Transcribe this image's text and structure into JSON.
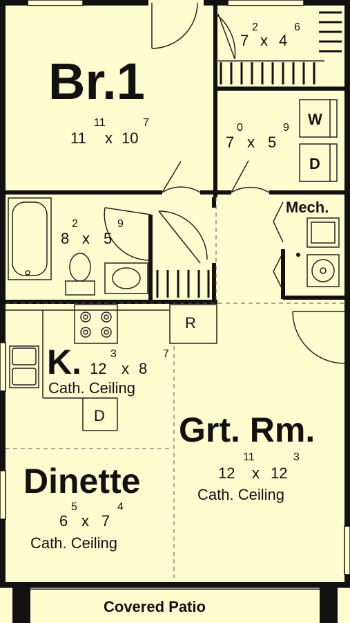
{
  "rooms": {
    "bedroom": {
      "name": "Br.1",
      "dim_a": "11",
      "dim_a_sup": "11",
      "x": "x",
      "dim_b": "10",
      "dim_b_sup": "7"
    },
    "closet": {
      "dim_a": "7",
      "dim_a_sup": "2",
      "x": "x",
      "dim_b": "4",
      "dim_b_sup": "6"
    },
    "laundry": {
      "dim_a": "7",
      "dim_a_sup": "0",
      "x": "x",
      "dim_b": "5",
      "dim_b_sup": "9",
      "washer": "W",
      "dryer": "D"
    },
    "mech": {
      "name": "Mech."
    },
    "bath": {
      "dim_a": "8",
      "dim_a_sup": "2",
      "x": "x",
      "dim_b": "5",
      "dim_b_sup": "9"
    },
    "kitchen": {
      "name": "K.",
      "dim_a": "12",
      "dim_a_sup": "3",
      "x": "x",
      "dim_b": "8",
      "dim_b_sup": "7",
      "ceiling": "Cath. Ceiling",
      "refrigerator": "R",
      "dishwasher": "D"
    },
    "great_room": {
      "name": "Grt. Rm.",
      "dim_a": "12",
      "dim_a_sup": "11",
      "x": "x",
      "dim_b": "12",
      "dim_b_sup": "3",
      "ceiling": "Cath. Ceiling"
    },
    "dinette": {
      "name": "Dinette",
      "dim_a": "6",
      "dim_a_sup": "5",
      "x": "x",
      "dim_b": "7",
      "dim_b_sup": "4",
      "ceiling": "Cath. Ceiling"
    },
    "patio": {
      "name": "Covered Patio"
    }
  },
  "colors": {
    "floor": "#fefdd0",
    "wall": "#111111",
    "line": "#222222"
  }
}
